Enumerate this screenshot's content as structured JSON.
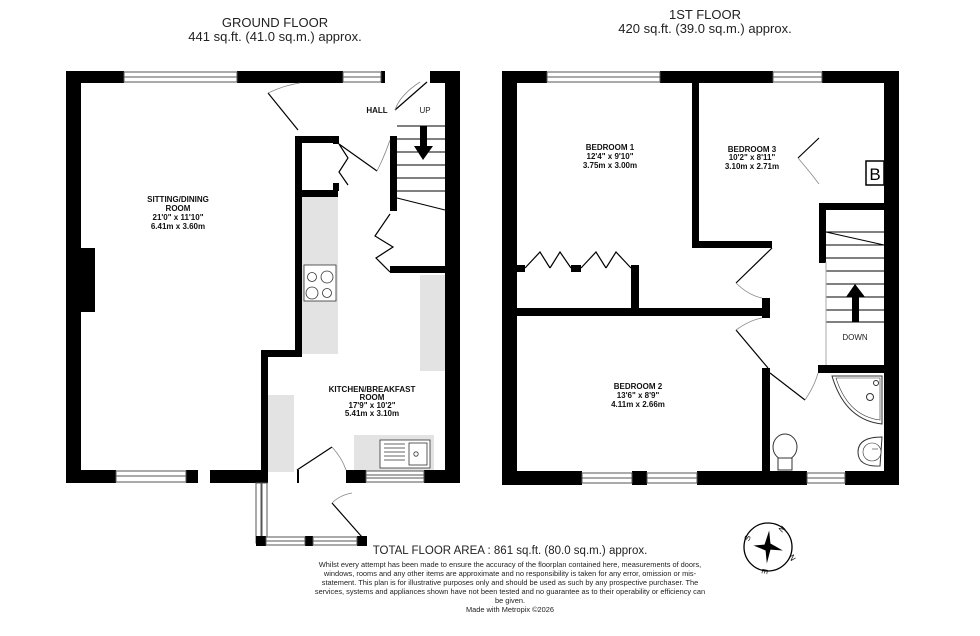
{
  "floors": [
    {
      "id": "ground",
      "title": "GROUND FLOOR",
      "area": "441 sq.ft. (41.0 sq.m.) approx.",
      "rooms": [
        {
          "name_lines": [
            "SITTING/DINING",
            "ROOM"
          ],
          "imperial": "21'0\"  x 11'10\"",
          "metric": "6.41m  x 3.60m"
        },
        {
          "name_lines": [
            "KITCHEN/BREAKFAST",
            "ROOM"
          ],
          "imperial": "17'9\"  x 10'2\"",
          "metric": "5.41m  x 3.10m"
        }
      ],
      "labels": {
        "hall": "HALL",
        "stairs": "UP"
      }
    },
    {
      "id": "first",
      "title": "1ST FLOOR",
      "area": "420 sq.ft. (39.0 sq.m.) approx.",
      "rooms": [
        {
          "name_lines": [
            "BEDROOM 1"
          ],
          "imperial": "12'4\"  x 9'10\"",
          "metric": "3.75m  x 3.00m"
        },
        {
          "name_lines": [
            "BEDROOM 3"
          ],
          "imperial": "10'2\"  x 8'11\"",
          "metric": "3.10m  x 2.71m"
        },
        {
          "name_lines": [
            "BEDROOM 2"
          ],
          "imperial": "13'6\"  x 8'9\"",
          "metric": "4.11m  x 2.66m"
        }
      ],
      "labels": {
        "stairs": "DOWN",
        "boiler": "B"
      }
    }
  ],
  "compass": {
    "letters": [
      "N",
      "E",
      "S",
      "W"
    ]
  },
  "footer": {
    "total_area": "TOTAL FLOOR AREA : 861 sq.ft. (80.0 sq.m.) approx.",
    "disclaimer": "Whilst every attempt has been made to ensure the accuracy of the floorplan contained here, measurements of doors, windows, rooms and any other items are approximate and no responsibility is taken for any error, omission or mis-statement. This plan is for illustrative purposes only and should be used as such by any prospective purchaser. The services, systems and appliances shown have not been tested and no guarantee as to their operability or efficiency can be given.",
    "made_with": "Made with Metropix ©2026"
  },
  "colors": {
    "wall": "#000000",
    "counter": "#e3e3e3",
    "background": "#ffffff"
  }
}
